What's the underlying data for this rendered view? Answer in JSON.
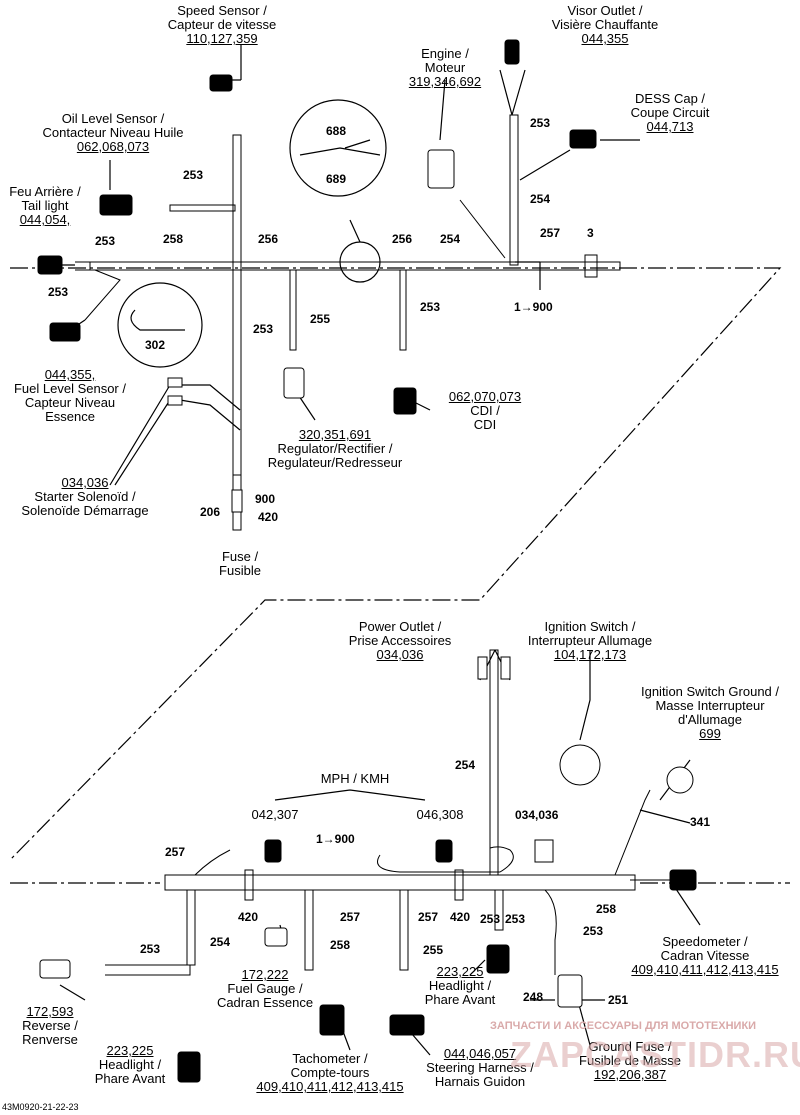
{
  "components": {
    "speed_sensor": {
      "name": "Speed Sensor /",
      "name_fr": "Capteur de vitesse",
      "ref": "110,127,359"
    },
    "visor_outlet": {
      "name": "Visor Outlet /",
      "name_fr": "Visière Chauffante",
      "ref": "044,355"
    },
    "engine": {
      "name": "Engine /",
      "name_fr": "Moteur",
      "ref": "319,346,692"
    },
    "dess_cap": {
      "name": "DESS Cap /",
      "name_fr": "Coupe Circuit",
      "ref": "044,713"
    },
    "oil_level": {
      "name": "Oil Level Sensor /",
      "name_fr": "Contacteur Niveau Huile",
      "ref": "062,068,073"
    },
    "tail_light": {
      "name": "Feu Arrière /",
      "name_fr": "Tail light",
      "ref": "044,054,"
    },
    "fuel_level": {
      "ref": "044,355,",
      "name": "Fuel Level Sensor /",
      "name_fr": "Capteur Niveau",
      "name_fr2": "Essence"
    },
    "starter": {
      "ref": "034,036",
      "name": "Starter Solenoïd /",
      "name_fr": "Solenoïde Démarrage"
    },
    "fuse": {
      "name": "Fuse /",
      "name_fr": "Fusible"
    },
    "regulator": {
      "ref": "320,351,691",
      "name": "Regulator/Rectifier /",
      "name_fr": "Regulateur/Redresseur"
    },
    "cdi": {
      "ref": "062,070,073",
      "name": "CDI /",
      "name_fr": "CDI"
    },
    "power_outlet": {
      "name": "Power Outlet /",
      "name_fr": "Prise Accessoires",
      "ref": "034,036"
    },
    "ignition_switch": {
      "name": "Ignition Switch /",
      "name_fr": "Interrupteur Allumage",
      "ref": "104,172,173"
    },
    "ignition_ground": {
      "name": "Ignition Switch Ground /",
      "name_fr": "Masse Interrupteur",
      "name_fr2": "d'Allumage",
      "ref": "699"
    },
    "mph_kmh": {
      "name": "MPH / KMH",
      "ref_left": "042,307",
      "ref_right": "046,308"
    },
    "speedometer": {
      "name": "Speedometer /",
      "name_fr": "Cadran Vitesse",
      "ref": "409,410,411,412,413,415"
    },
    "reverse": {
      "ref": "172,593",
      "name": "Reverse /",
      "name_fr": "Renverse"
    },
    "headlight_left": {
      "ref": "223,225",
      "name": "Headlight /",
      "name_fr": "Phare Avant"
    },
    "fuel_gauge": {
      "ref": "172,222",
      "name": "Fuel Gauge /",
      "name_fr": "Cadran Essence"
    },
    "tachometer": {
      "name": "Tachometer /",
      "name_fr": "Compte-tours",
      "ref": "409,410,411,412,413,415"
    },
    "headlight_right": {
      "ref": "223,225",
      "name": "Headlight /",
      "name_fr": "Phare Avant"
    },
    "steering_harness": {
      "ref": "044,046,057",
      "name": "Steering Harness /",
      "name_fr": "Harnais Guidon"
    },
    "ground_fuse": {
      "name": "Ground Fuse /",
      "name_fr": "Fusible de Masse",
      "ref": "192,206,387"
    },
    "detail_688_689": {
      "top": "688",
      "bottom": "689"
    },
    "detail_302": "302"
  },
  "wire_labels_top": [
    "253",
    "258",
    "256",
    "256",
    "254",
    "257",
    "3",
    "253",
    "255",
    "253",
    "253",
    "254",
    "253",
    "253",
    "1→900",
    "900",
    "420",
    "206"
  ],
  "wire_labels_bottom": [
    "254",
    "257",
    "1→900",
    "034,036",
    "258",
    "253",
    "253",
    "254",
    "258",
    "255",
    "420",
    "257",
    "257",
    "420",
    "253",
    "253",
    "341",
    "248",
    "251"
  ],
  "footer": {
    "code": "43M0920-21-22-23"
  },
  "watermark": {
    "line1": "ЗАПЧАСТИ И АКСЕССУАРЫ ДЛЯ МОТОТЕХНИКИ",
    "line2": "ZAPCASTIDR.RU"
  }
}
